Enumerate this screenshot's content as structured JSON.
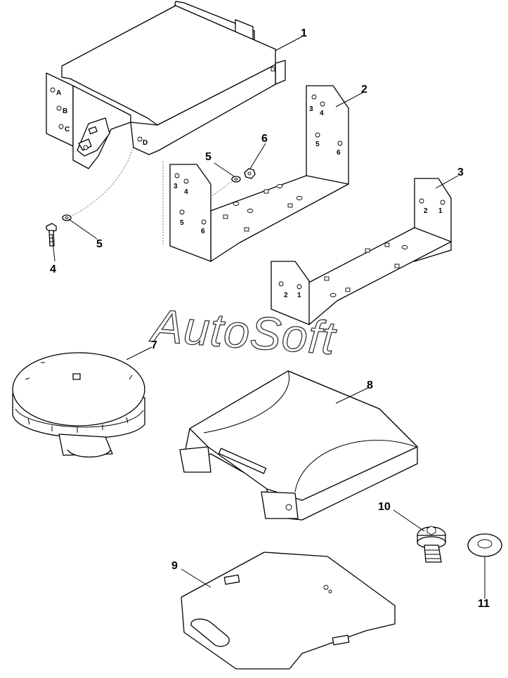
{
  "watermark": "AutoSoft",
  "callouts": [
    "1",
    "2",
    "3",
    "4",
    "5",
    "5",
    "6",
    "7",
    "8",
    "9",
    "10",
    "11"
  ],
  "hole_labels": {
    "bracket_1": [
      "A",
      "B",
      "C",
      "D"
    ],
    "bracket_2": [
      "3",
      "4",
      "5",
      "6",
      "3",
      "4",
      "5",
      "6"
    ],
    "bracket_3": [
      "2",
      "1",
      "2",
      "1"
    ]
  },
  "colors": {
    "line": "#000000",
    "background": "#ffffff",
    "leader_dots": "#777777"
  }
}
